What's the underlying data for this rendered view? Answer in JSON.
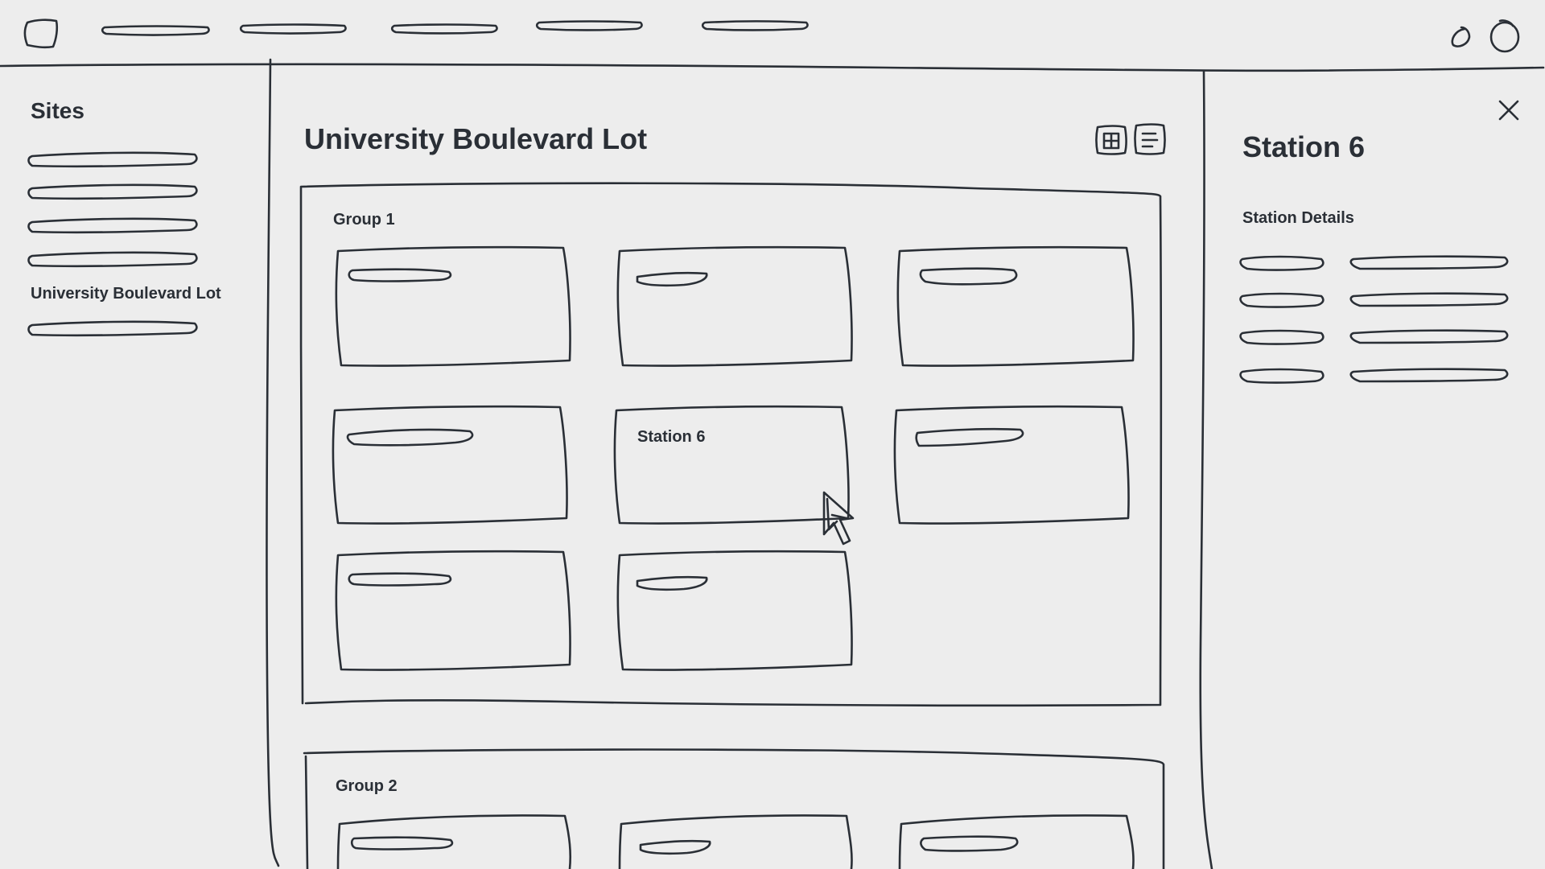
{
  "sidebar": {
    "title": "Sites",
    "active_site": "University Boulevard Lot"
  },
  "main": {
    "title": "University Boulevard Lot",
    "groups": [
      {
        "label": "Group 1",
        "selected_station": "Station 6"
      },
      {
        "label": "Group 2"
      }
    ]
  },
  "panel": {
    "title": "Station 6",
    "section": "Station Details"
  },
  "icons": {
    "logo": "logo-icon",
    "notifications": "bell-icon",
    "avatar": "user-avatar-icon",
    "grid_view": "grid-view-icon",
    "list_view": "list-view-icon",
    "close": "close-icon",
    "cursor": "cursor-icon"
  }
}
